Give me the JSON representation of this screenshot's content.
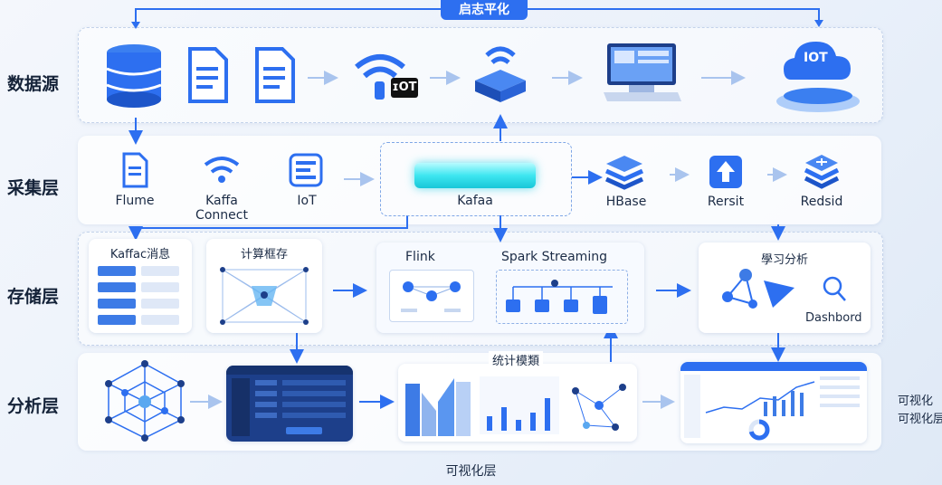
{
  "header_title": "启志平化",
  "rows": {
    "sources": "数据源",
    "collect": "采集层",
    "storage": "存储层",
    "analysis": "分析层"
  },
  "collect": {
    "flume": "Flume",
    "kafka_connect_1": "Kaffa",
    "kafka_connect_2": "Connect",
    "iot": "IoT",
    "kafka": "Kafaa",
    "hbase": "HBase",
    "rest": "Rersit",
    "redis": "Redsid"
  },
  "storage": {
    "kafka_msg": "Kaffac消息",
    "compute": "计算框存",
    "flink": "Flink",
    "spark": "Spark Streaming",
    "learning": "學习分析",
    "dashboard": "Dashbord"
  },
  "analysis": {
    "stats": "统计模類"
  },
  "side": {
    "line1": "可视化",
    "line2": "可视化层"
  },
  "bottom": "可视化层",
  "icons": {
    "iot_badge": "ɪOT",
    "iot_cloud": "IOT"
  },
  "colors": {
    "accent": "#2d6ff0",
    "light": "#8fb4ee",
    "dark": "#1d3f8a"
  }
}
